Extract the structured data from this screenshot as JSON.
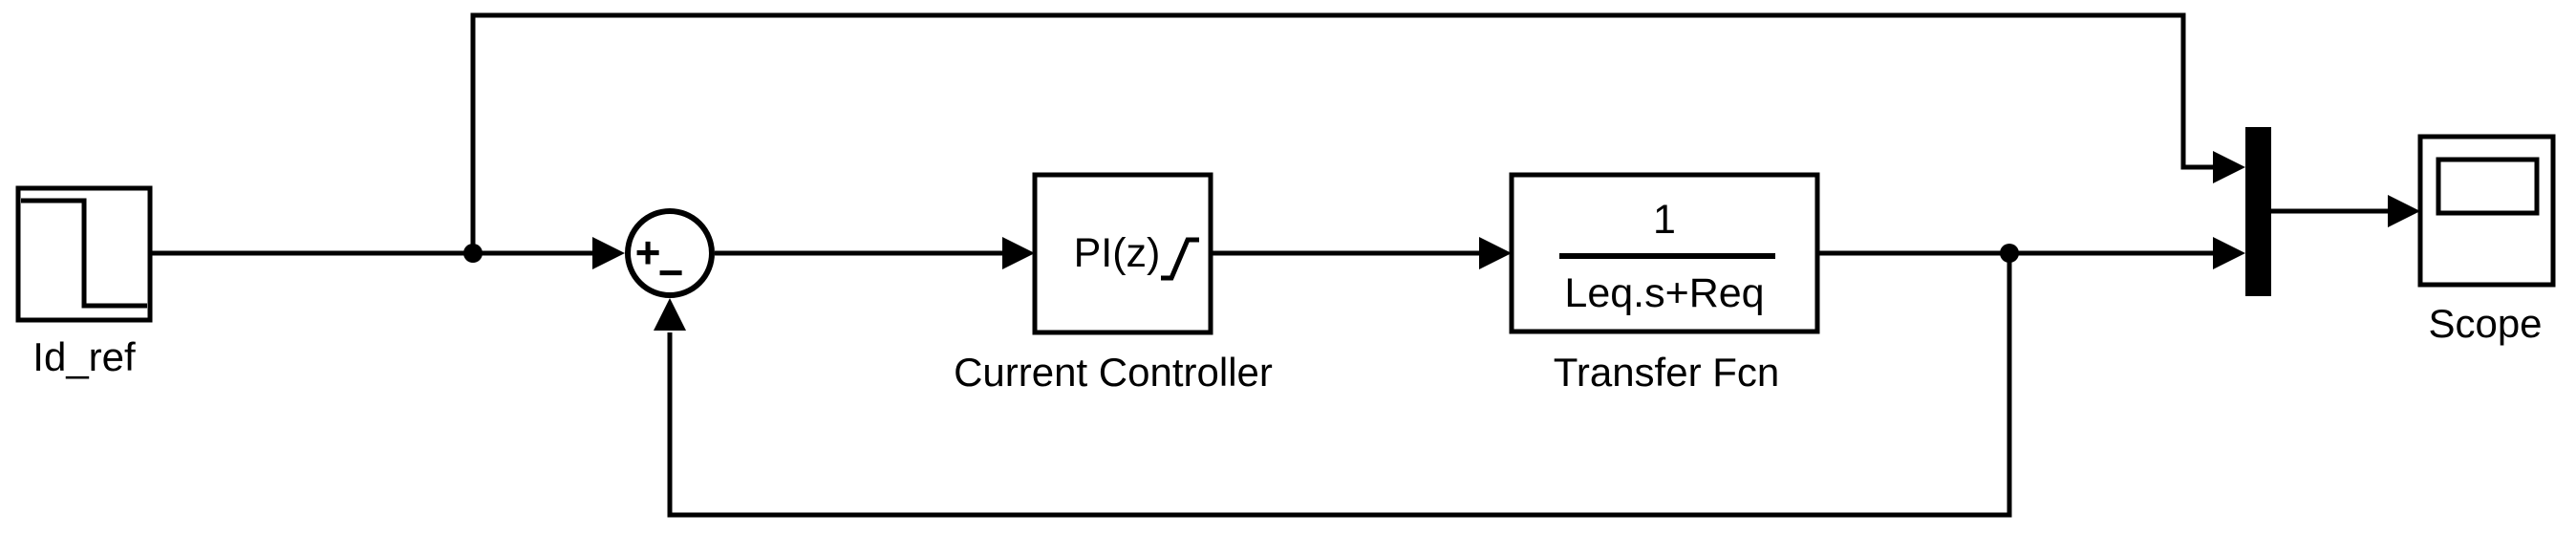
{
  "colors": {
    "background": "#ffffff",
    "wire": "#000000",
    "block_fill": "#ffffff"
  },
  "blocks": {
    "step_source": {
      "label": "Id_ref"
    },
    "sum_junction": {
      "plus_sign": "+",
      "minus_sign": "−"
    },
    "current_controller": {
      "label": "Current Controller",
      "display": "PI(z)"
    },
    "transfer_fcn": {
      "label": "Transfer Fcn",
      "numerator": "1",
      "denominator": "Leq.s+Req"
    },
    "scope": {
      "label": "Scope"
    }
  }
}
